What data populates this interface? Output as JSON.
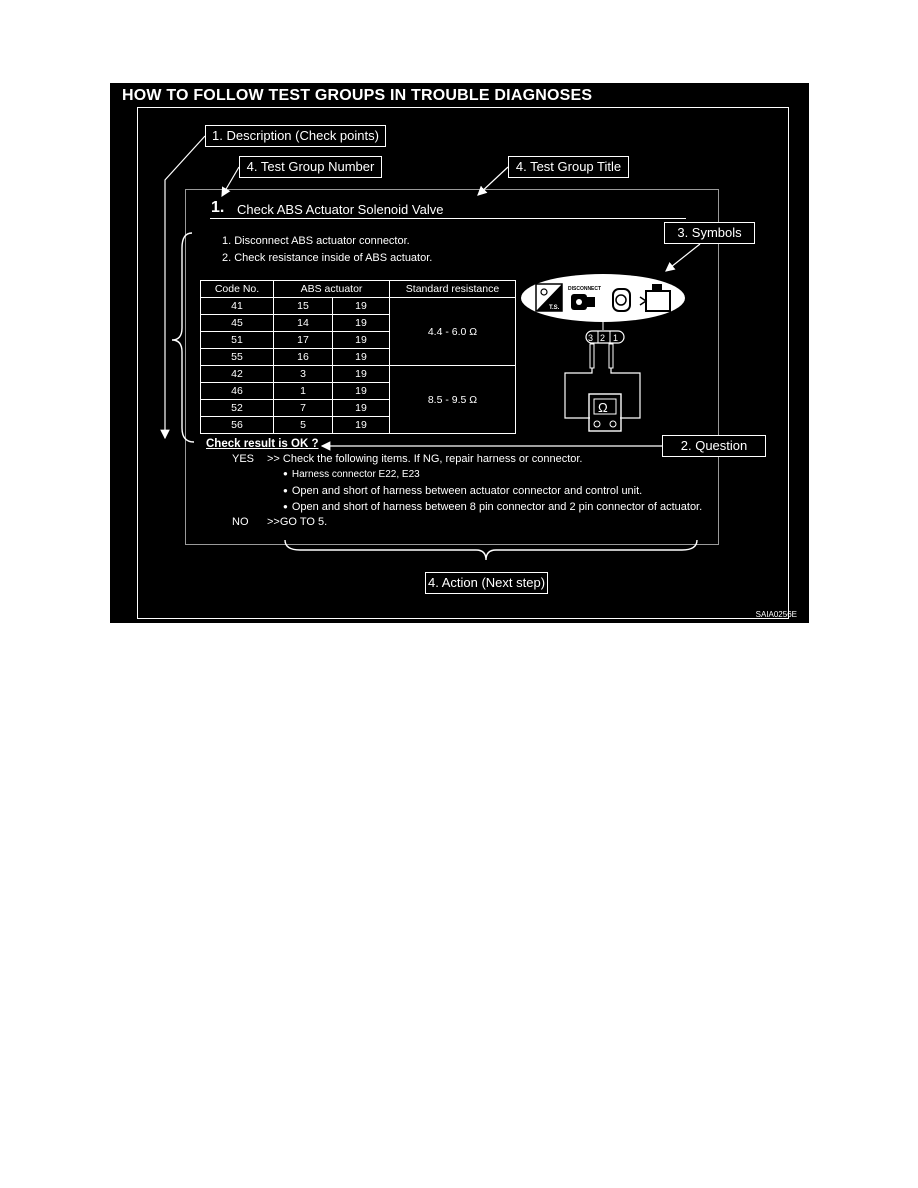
{
  "heading": "HOW TO FOLLOW TEST GROUPS IN TROUBLE DIAGNOSES",
  "callouts": {
    "description": "1. Description (Check points)",
    "group_number": "4. Test Group Number",
    "group_title": "4. Test Group Title",
    "symbols": "3. Symbols",
    "question": "2. Question",
    "action": "4. Action (Next step)"
  },
  "test_group": {
    "number": "1.",
    "title": "Check ABS Actuator Solenoid Valve",
    "steps": [
      "1.  Disconnect ABS actuator connector.",
      "2.  Check resistance inside of ABS actuator."
    ]
  },
  "table": {
    "headers": [
      "Code No.",
      "ABS actuator",
      "Standard resistance"
    ],
    "rows": [
      [
        "41",
        "15",
        "19"
      ],
      [
        "45",
        "14",
        "19"
      ],
      [
        "51",
        "17",
        "19"
      ],
      [
        "55",
        "16",
        "19"
      ],
      [
        "42",
        "3",
        "19"
      ],
      [
        "46",
        "1",
        "19"
      ],
      [
        "52",
        "7",
        "19"
      ],
      [
        "56",
        "5",
        "19"
      ]
    ],
    "resistance": [
      "4.4   -   6.0 Ω",
      "8.5   -   9.5 Ω"
    ]
  },
  "symbols": {
    "ts_label": "T.S.",
    "disconnect_label": "DISCONNECT",
    "connector_pins": [
      "3",
      "2",
      "1"
    ],
    "meter_symbol": "Ω",
    "icons": [
      "ignition-switch-icon",
      "disconnect-connector-icon",
      "ohm-check-icon",
      "actuator-unit-icon"
    ]
  },
  "question": "Check result is OK ?",
  "actions": {
    "yes_label": "YES",
    "yes_text": ">> Check the following items.    If NG, repair harness or connector.",
    "items": [
      "Harness connector E22, E23",
      "Open and short of harness between actuator connector and control unit.",
      "Open and short of harness between 8 pin connector and 2 pin connector of actuator."
    ],
    "no_label": "NO",
    "no_text": ">>GO TO 5."
  },
  "figure_code": "SAIA0256E"
}
